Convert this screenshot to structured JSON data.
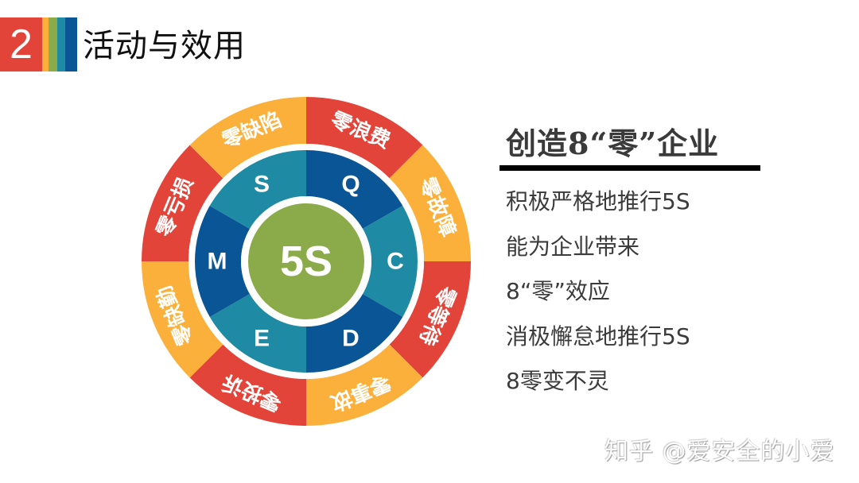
{
  "header": {
    "section_number": "2",
    "title": "活动与效用",
    "badge_colors": {
      "number_bg": "#e2443a",
      "stripes": [
        "#fbb03b",
        "#8bab4a",
        "#1f8aa3",
        "#0a5595"
      ]
    }
  },
  "wheel": {
    "center_label": "5S",
    "center_color": "#8bab4a",
    "inner_ring": [
      {
        "label": "Q",
        "color": "#0a5595"
      },
      {
        "label": "C",
        "color": "#1f8aa3"
      },
      {
        "label": "D",
        "color": "#0a5595"
      },
      {
        "label": "E",
        "color": "#1f8aa3"
      },
      {
        "label": "M",
        "color": "#0a5595"
      },
      {
        "label": "S",
        "color": "#1f8aa3"
      }
    ],
    "outer_ring": [
      {
        "label": "零浪费",
        "color": "#e2443a"
      },
      {
        "label": "零故障",
        "color": "#fbb03b"
      },
      {
        "label": "零等待",
        "color": "#e2443a"
      },
      {
        "label": "零事故",
        "color": "#fbb03b"
      },
      {
        "label": "零投诉",
        "color": "#e2443a"
      },
      {
        "label": "零缺勤",
        "color": "#fbb03b"
      },
      {
        "label": "零亏损",
        "color": "#e2443a"
      },
      {
        "label": "零缺陷",
        "color": "#fbb03b"
      }
    ]
  },
  "panel": {
    "heading": "创造8“零”企业",
    "lines": [
      "积极严格地推行5S",
      "能为企业带来",
      "8“零”效应",
      "消极懈怠地推行5S",
      "8零变不灵"
    ]
  },
  "watermark": "知乎 @爱安全的小爱"
}
